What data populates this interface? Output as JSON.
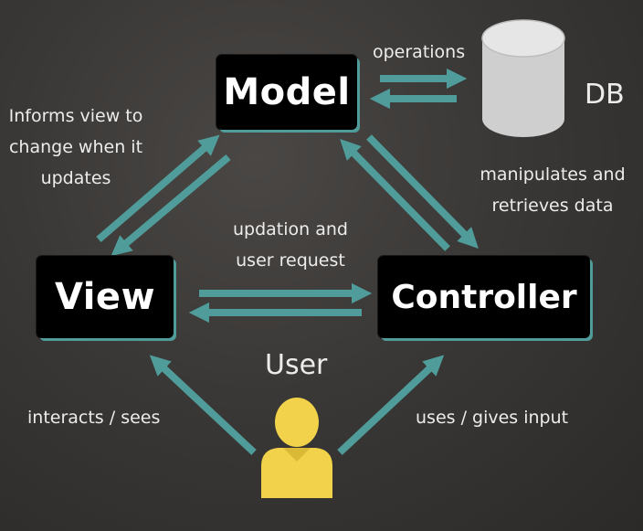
{
  "nodes": {
    "model": "Model",
    "view": "View",
    "controller": "Controller",
    "db": "DB",
    "user": "User"
  },
  "edges": {
    "model_db": "operations",
    "model_view": [
      "Informs view to",
      "change when it",
      "updates"
    ],
    "model_controller": [
      "manipulates and",
      "retrieves data"
    ],
    "view_controller": [
      "updation and",
      "user request"
    ],
    "user_view": "interacts / sees",
    "user_controller": "uses / gives input"
  },
  "colors": {
    "background": "#3a3836",
    "box": "#000000",
    "arrow": "#4f9c9a",
    "text": "#ececec",
    "db": "#d6d6d6",
    "user": "#f2d24a"
  },
  "icons": {
    "db": "database-cylinder-icon",
    "user": "user-person-icon"
  }
}
